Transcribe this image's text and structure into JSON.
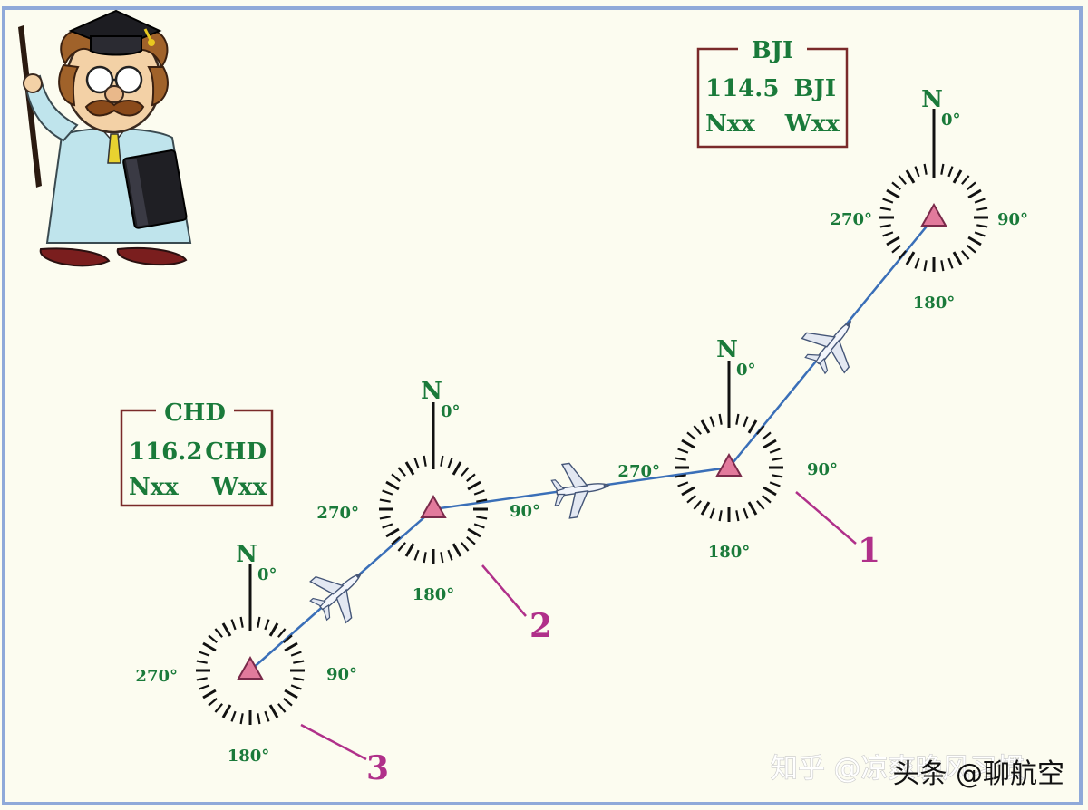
{
  "stations": {
    "bji": {
      "name": "BJI",
      "freq": "114.5",
      "ident": "BJI",
      "lat": "Nxx",
      "lon": "Wxx"
    },
    "chd": {
      "name": "CHD",
      "freq": "116.2",
      "ident": "CHD",
      "lat": "Nxx",
      "lon": "Wxx"
    }
  },
  "compass": {
    "north": "N",
    "deg0": "0°",
    "deg90": "90°",
    "deg180": "180°",
    "deg270": "270°"
  },
  "callouts": {
    "one": "1",
    "two": "2",
    "three": "3"
  },
  "watermark": {
    "faint": "知乎 @凉爽晚风习惯",
    "handle": "头条 @聊航空"
  },
  "colors": {
    "label_green": "#1a7a3a",
    "callout_magenta": "#b0308a",
    "route_blue": "#3a6fb8",
    "station_triangle": "#e27a9c",
    "frame_blue": "#8fa9d9"
  }
}
